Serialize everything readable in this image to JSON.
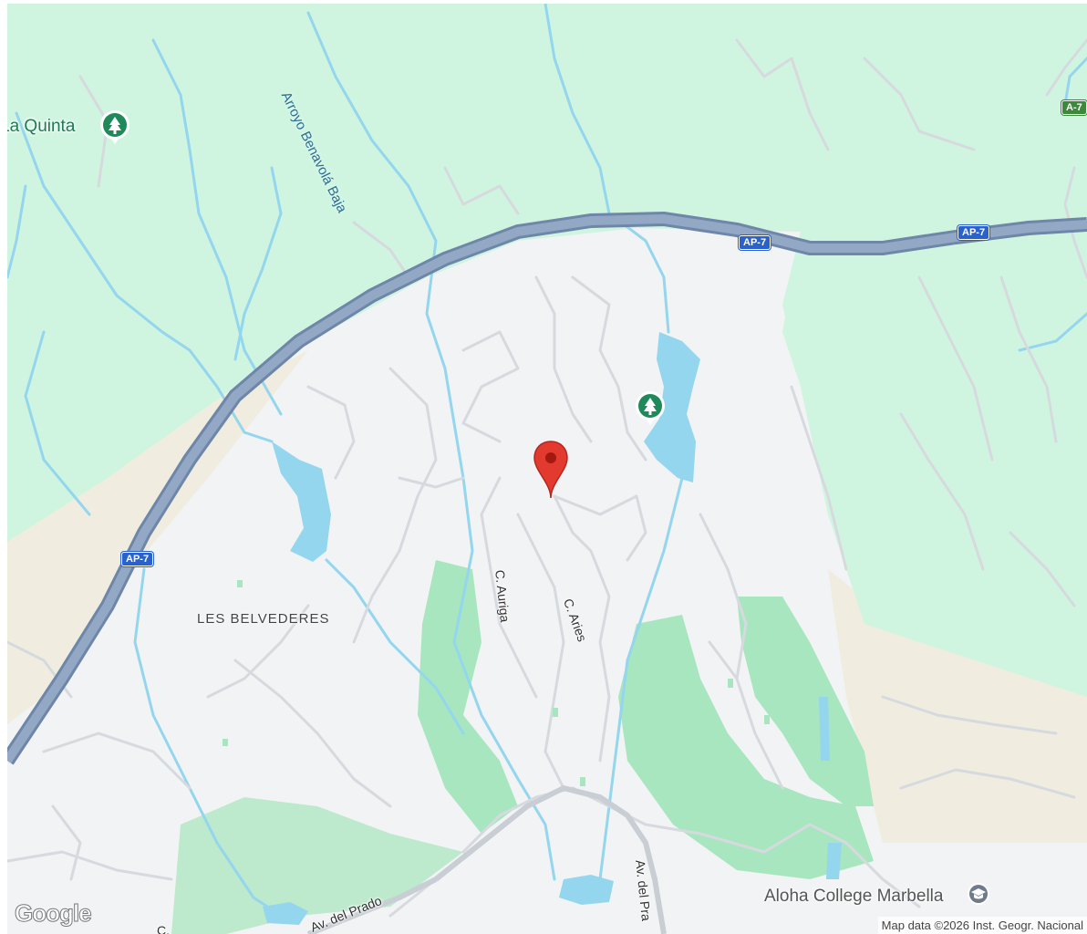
{
  "map": {
    "colors": {
      "forest": "#cff5e0",
      "park": "#a8e6bf",
      "urban": "#f1f3f4",
      "sand": "#f0ede0",
      "water": "#94d6ee",
      "highway": "#8197b5",
      "road": "#d8dce1",
      "pin": "#e33a2f"
    },
    "labels": {
      "poi_la_quinta": "La Quinta",
      "stream_benavola": "Arroyo Benavolá Baja",
      "area_les_belvederes": "LES BELVEDERES",
      "street_auriga": "C. Auriga",
      "street_aries": "C. Aries",
      "street_av_del_prado": "Av. del Pra",
      "street_av_prado_bottom": "Av. del Prado",
      "street_c_bottom_left": "C.",
      "college": "Aloha College Marbella"
    },
    "shields": {
      "ap7_center": "AP-7",
      "ap7_right": "AP-7",
      "ap7_left": "AP-7",
      "a7_edge": "A-7"
    },
    "icons": {
      "park": "tree-icon",
      "college": "school-icon",
      "pin": "location-pin-icon"
    },
    "logo": "Google",
    "attribution": "Map data ©2026 Inst. Geogr. Nacional"
  }
}
